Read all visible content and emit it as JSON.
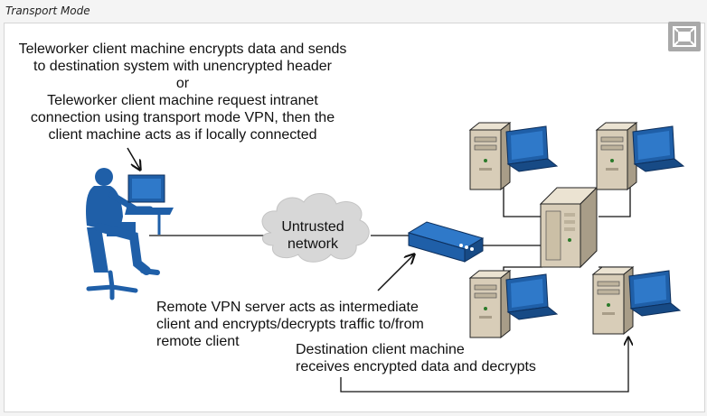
{
  "caption": "Transport Mode",
  "notes": {
    "top_lines": [
      "Teleworker client machine encrypts data and sends",
      "to destination system with unencrypted header",
      "or",
      "Teleworker client machine request intranet",
      "connection using transport mode VPN, then the",
      "client machine acts as if locally connected"
    ],
    "vpn_lines": [
      "Remote VPN server acts as intermediate",
      "client and encrypts/decrypts traffic to/from",
      "remote client"
    ],
    "dest_lines": [
      "Destination client machine",
      "receives encrypted data and decrypts"
    ]
  },
  "cloud": {
    "line1": "Untrusted",
    "line2": "network"
  },
  "colors": {
    "accent": "#1f5fa8",
    "line": "#111111",
    "server_tan": "#d8cdb8",
    "background": "#f4f4f4"
  },
  "icons": {
    "expand": "expand-icon"
  }
}
